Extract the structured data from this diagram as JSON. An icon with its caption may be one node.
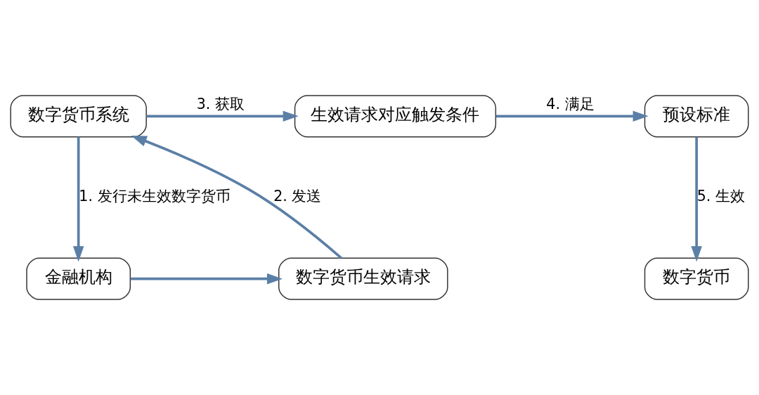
{
  "diagram": {
    "nodes": [
      {
        "text": [
          "数字货币系统"
        ]
      },
      {
        "text": [
          "生效请求对应触发条件"
        ]
      },
      {
        "text": [
          "预设标准"
        ]
      },
      {
        "text": [
          "金融机构"
        ]
      },
      {
        "text": [
          "数字货币生效请求"
        ]
      },
      {
        "text": [
          "数字货币"
        ]
      }
    ],
    "edges": [
      {
        "from": 0,
        "to": 3,
        "arrow": "to",
        "label": "1. 发行未生效数字货币"
      },
      {
        "from": 4,
        "to": 0,
        "arrow": "to",
        "label": "2. 发送"
      },
      {
        "from": 0,
        "to": 1,
        "arrow": "to",
        "label": "3. 获取"
      },
      {
        "from": 1,
        "to": 2,
        "arrow": "to",
        "label": "4. 满足"
      },
      {
        "from": 2,
        "to": 5,
        "arrow": "to",
        "label": "5. 生效"
      },
      {
        "from": 3,
        "to": 4,
        "arrow": "to"
      }
    ]
  }
}
